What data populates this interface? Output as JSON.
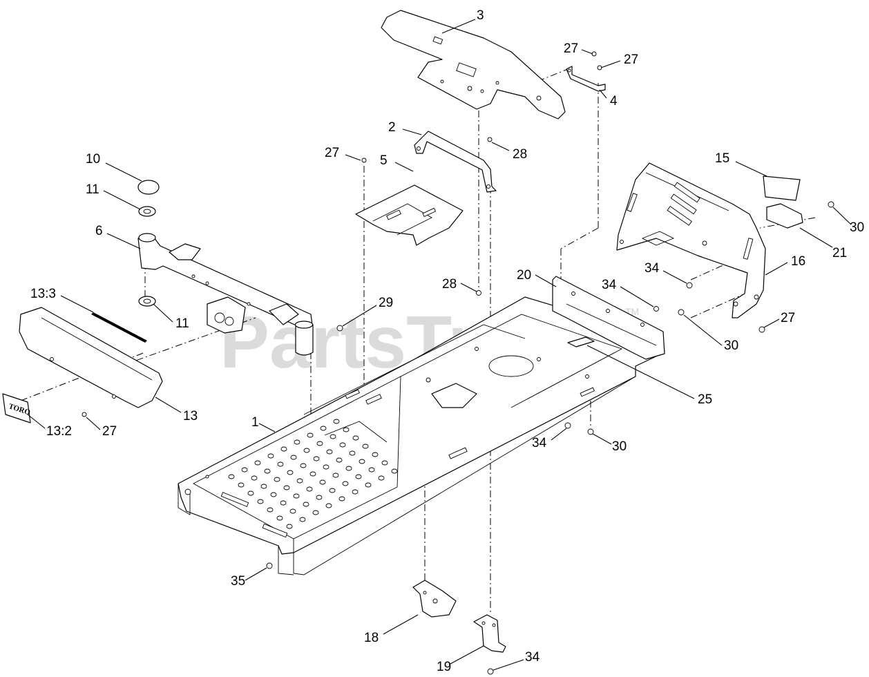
{
  "watermark": {
    "text": "PartsTree",
    "trademark": "TM"
  },
  "logo_text": "TORO",
  "callouts": [
    {
      "id": "c-3",
      "label": "3"
    },
    {
      "id": "c-27a",
      "label": "27"
    },
    {
      "id": "c-27b",
      "label": "27"
    },
    {
      "id": "c-4",
      "label": "4"
    },
    {
      "id": "c-2",
      "label": "2"
    },
    {
      "id": "c-28a",
      "label": "28"
    },
    {
      "id": "c-10",
      "label": "10"
    },
    {
      "id": "c-11a",
      "label": "11"
    },
    {
      "id": "c-27c",
      "label": "27"
    },
    {
      "id": "c-5",
      "label": "5"
    },
    {
      "id": "c-15",
      "label": "15"
    },
    {
      "id": "c-30a",
      "label": "30"
    },
    {
      "id": "c-21",
      "label": "21"
    },
    {
      "id": "c-6",
      "label": "6"
    },
    {
      "id": "c-16",
      "label": "16"
    },
    {
      "id": "c-34a",
      "label": "34"
    },
    {
      "id": "c-20",
      "label": "20"
    },
    {
      "id": "c-28b",
      "label": "28"
    },
    {
      "id": "c-34b",
      "label": "34"
    },
    {
      "id": "c-13-3",
      "label": "13:3"
    },
    {
      "id": "c-29",
      "label": "29"
    },
    {
      "id": "c-11b",
      "label": "11"
    },
    {
      "id": "c-27d",
      "label": "27"
    },
    {
      "id": "c-30b",
      "label": "30"
    },
    {
      "id": "c-25",
      "label": "25"
    },
    {
      "id": "c-13",
      "label": "13"
    },
    {
      "id": "c-13-2",
      "label": "13:2"
    },
    {
      "id": "c-27e",
      "label": "27"
    },
    {
      "id": "c-1",
      "label": "1"
    },
    {
      "id": "c-34c",
      "label": "34"
    },
    {
      "id": "c-30c",
      "label": "30"
    },
    {
      "id": "c-35",
      "label": "35"
    },
    {
      "id": "c-18",
      "label": "18"
    },
    {
      "id": "c-19",
      "label": "19"
    },
    {
      "id": "c-34d",
      "label": "34"
    }
  ]
}
